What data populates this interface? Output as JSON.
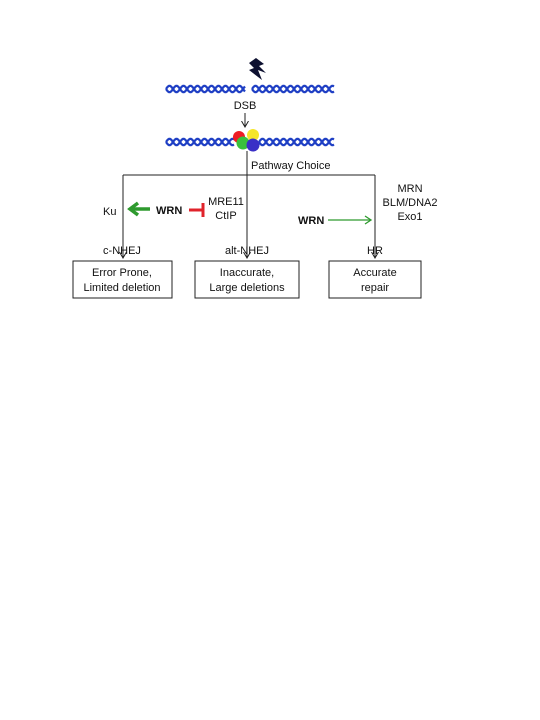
{
  "colors": {
    "dna": "#1f3fc4",
    "green": "#2e9a2e",
    "red": "#e0232b",
    "protein_red": "#ee1c24",
    "protein_yellow": "#f5e62a",
    "protein_green": "#39c13c",
    "protein_blue": "#3a2fc6",
    "bolt": "#0d1030"
  },
  "icons": {
    "break": "lightning-bolt-icon",
    "repair_complex": "protein-complex-icon"
  },
  "labels": {
    "dsb": "DSB",
    "pathway_choice": "Pathway Choice",
    "ku": "Ku",
    "wrn_left": "WRN",
    "mre11": "MRE11",
    "ctip": "CtIP",
    "mrn": "MRN",
    "blm_dna2": "BLM/DNA2",
    "exo1": "Exo1",
    "wrn_right": "WRN"
  },
  "pathways": [
    {
      "name": "c-NHEJ",
      "outcome_line1": "Error Prone,",
      "outcome_line2": "Limited deletion"
    },
    {
      "name": "alt-NHEJ",
      "outcome_line1": "Inaccurate,",
      "outcome_line2": "Large deletions"
    },
    {
      "name": "HR",
      "outcome_line1": "Accurate",
      "outcome_line2": "repair"
    }
  ]
}
